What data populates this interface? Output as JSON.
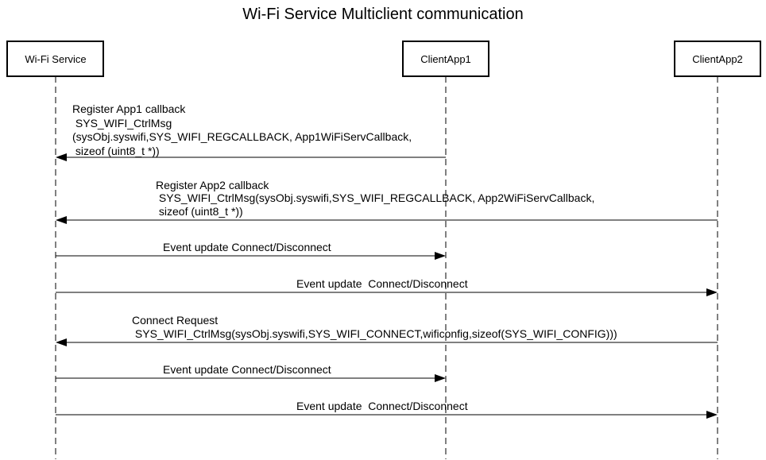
{
  "diagram": {
    "title": "Wi-Fi Service Multiclient communication",
    "participants": [
      {
        "id": "wifi",
        "label": "Wi-Fi Service"
      },
      {
        "id": "app1",
        "label": "ClientApp1"
      },
      {
        "id": "app2",
        "label": "ClientApp2"
      }
    ],
    "messages": [
      {
        "from": "app1",
        "to": "wifi",
        "lines": [
          "Register App1 callback",
          " SYS_WIFI_CtrlMsg",
          "(sysObj.syswifi,SYS_WIFI_REGCALLBACK, App1WiFiServCallback,",
          " sizeof (uint8_t *))"
        ]
      },
      {
        "from": "app2",
        "to": "wifi",
        "lines": [
          "Register App2 callback",
          " SYS_WIFI_CtrlMsg(sysObj.syswifi,SYS_WIFI_REGCALLBACK, App2WiFiServCallback,",
          " sizeof (uint8_t *))"
        ]
      },
      {
        "from": "wifi",
        "to": "app1",
        "lines": [
          "Event update Connect/Disconnect"
        ]
      },
      {
        "from": "wifi",
        "to": "app2",
        "lines": [
          "Event update  Connect/Disconnect"
        ]
      },
      {
        "from": "app2",
        "to": "wifi",
        "lines": [
          "Connect Request",
          " SYS_WIFI_CtrlMsg(sysObj.syswifi,SYS_WIFI_CONNECT,wificonfig,sizeof(SYS_WIFI_CONFIG)))"
        ]
      },
      {
        "from": "wifi",
        "to": "app1",
        "lines": [
          "Event update Connect/Disconnect"
        ]
      },
      {
        "from": "wifi",
        "to": "app2",
        "lines": [
          "Event update  Connect/Disconnect"
        ]
      }
    ]
  }
}
